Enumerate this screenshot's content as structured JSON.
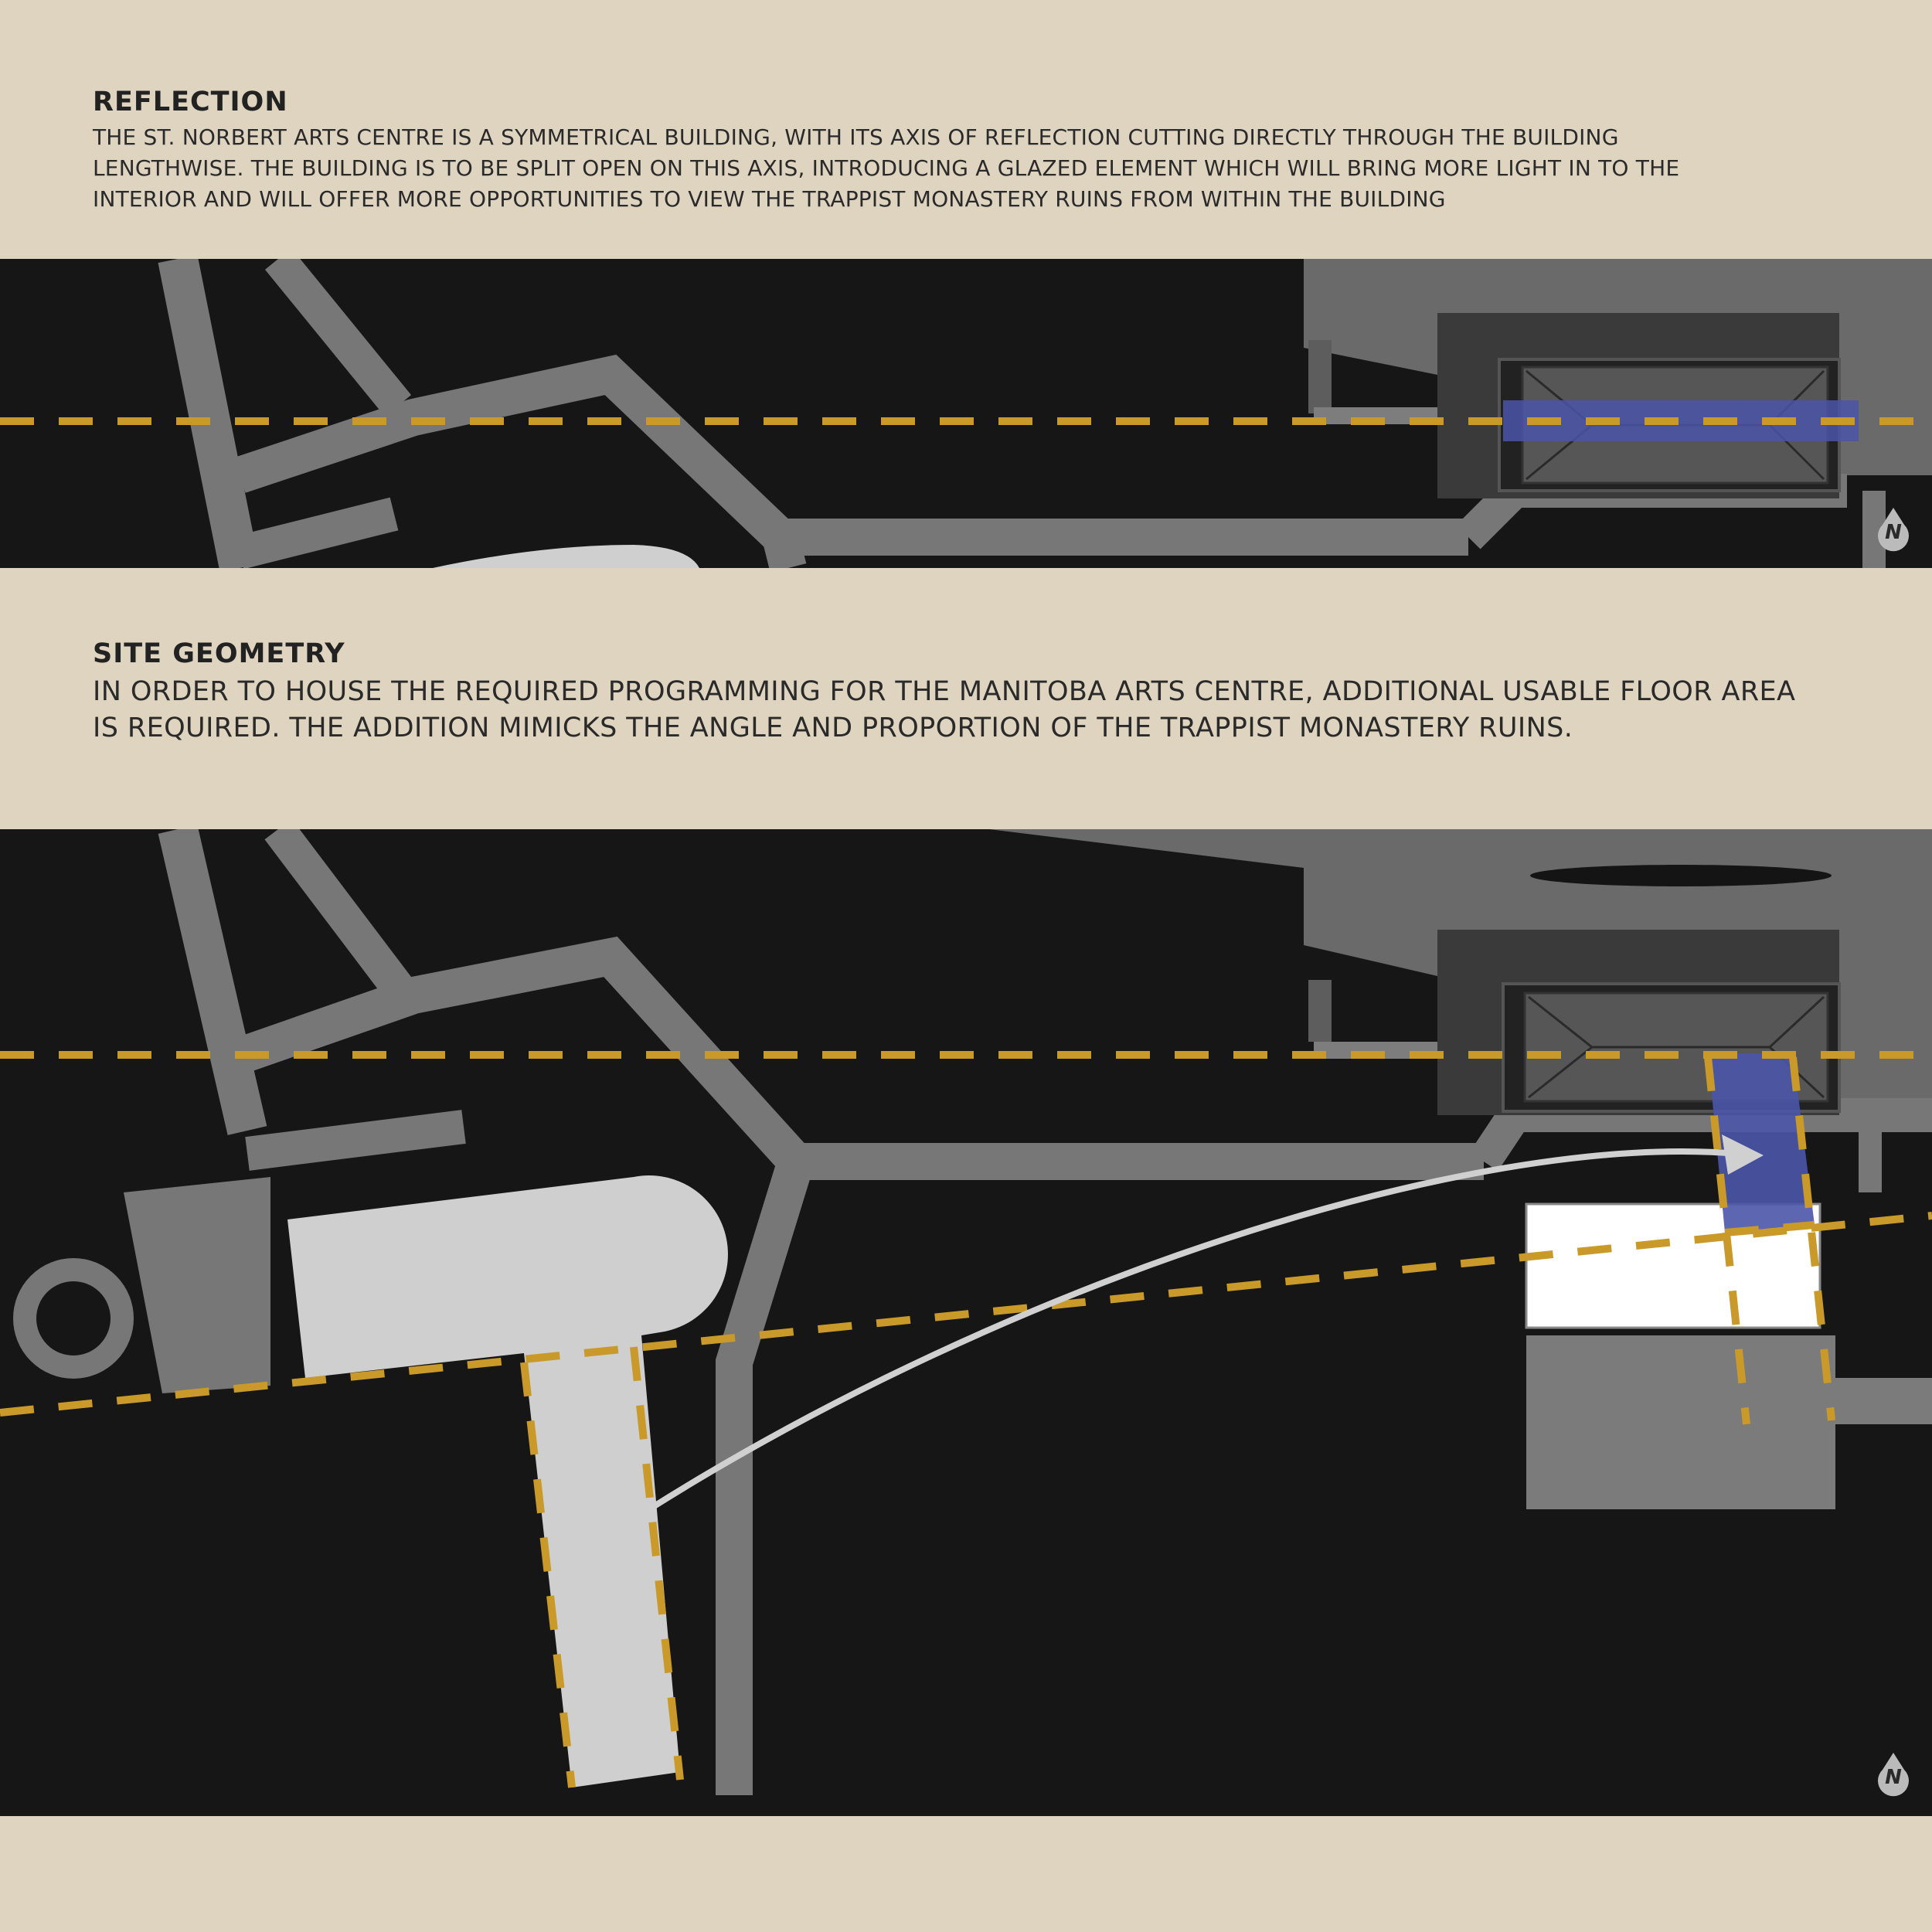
{
  "sections": [
    {
      "title": "REFLECTION",
      "lines": [
        "THE ST. NORBERT ARTS CENTRE IS A SYMMETRICAL BUILDING, WITH ITS AXIS OF REFLECTION CUTTING DIRECTLY THROUGH THE BUILDING",
        "LENGTHWISE.  THE BUILDING IS TO BE SPLIT OPEN ON THIS AXIS, INTRODUCING A GLAZED ELEMENT WHICH WILL BRING MORE LIGHT IN TO THE",
        "INTERIOR AND WILL OFFER MORE OPPORTUNITIES TO VIEW THE TRAPPIST MONASTERY RUINS FROM WITHIN THE BUILDING"
      ]
    },
    {
      "title": "SITE GEOMETRY",
      "lines": [
        "IN ORDER TO HOUSE THE REQUIRED PROGRAMMING FOR THE MANITOBA ARTS CENTRE, ADDITIONAL USABLE FLOOR AREA",
        "IS REQUIRED.  THE ADDITION MIMICKS THE ANGLE AND PROPORTION OF THE TRAPPIST MONASTERY RUINS."
      ]
    }
  ],
  "north_arrow_label": "N",
  "colors": {
    "background": "#ded4c0",
    "ground": "#161616",
    "paths": "#777777",
    "axis_dash": "#c99a2a",
    "glazing": "#4a55a8",
    "ruins": "#cfcfcf",
    "addition": "#ffffff"
  },
  "icons": [
    "north-arrow-icon"
  ]
}
